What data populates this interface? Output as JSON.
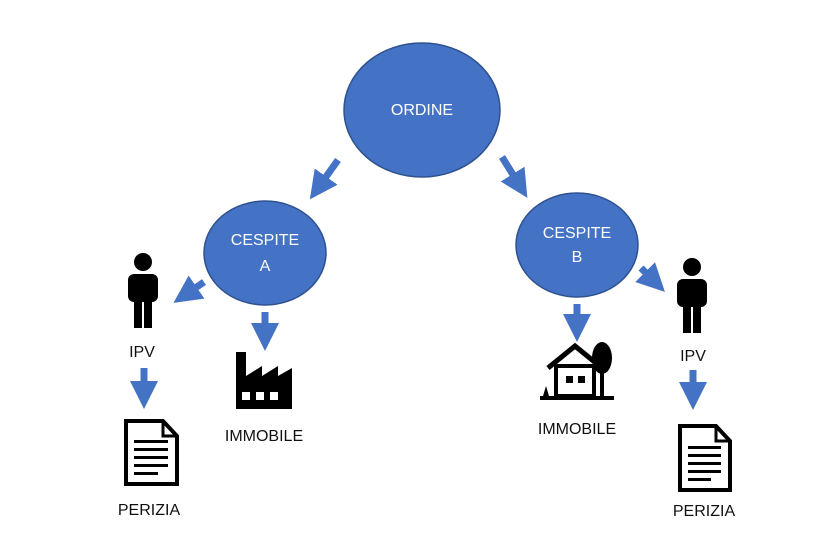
{
  "nodes": {
    "ordine": {
      "label": "ORDINE"
    },
    "cespite_a": {
      "line1": "CESPITE",
      "line2": "A"
    },
    "cespite_b": {
      "line1": "CESPITE",
      "line2": "B"
    }
  },
  "labels": {
    "ipv_left": "IPV",
    "ipv_right": "IPV",
    "immobile_left": "IMMOBILE",
    "immobile_right": "IMMOBILE",
    "perizia_left": "PERIZIA",
    "perizia_right": "PERIZIA"
  },
  "icons": {
    "person_left": "person-icon",
    "person_right": "person-icon",
    "factory": "factory-icon",
    "house": "house-icon",
    "document_left": "document-icon",
    "document_right": "document-icon"
  },
  "colors": {
    "node_fill": "#4472C4",
    "node_stroke": "#2F528F",
    "arrow": "#4472C4",
    "icon": "#000000"
  }
}
